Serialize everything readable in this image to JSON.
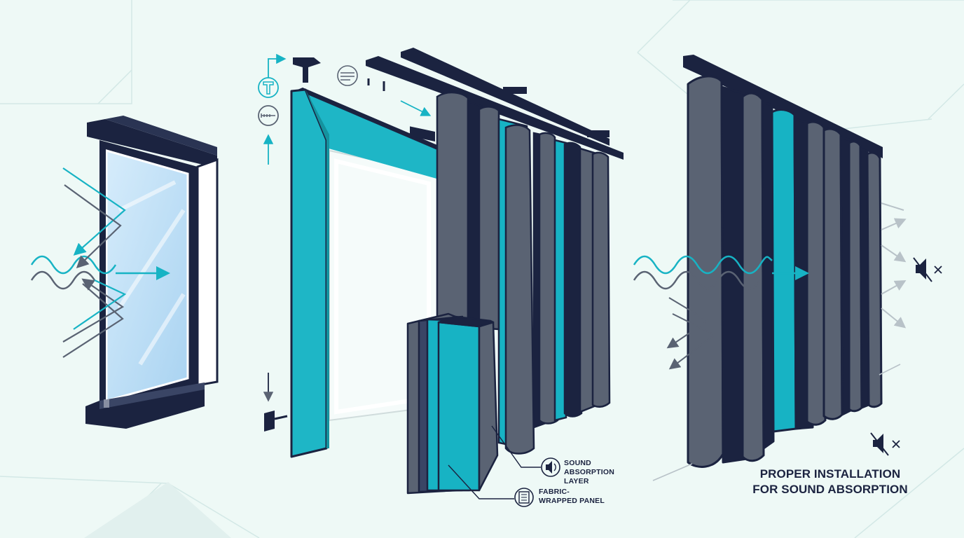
{
  "labels": {
    "sound_absorption_layer": "SOUND ABSORPTION LAYER",
    "fabric_wrapped_panel": "FABRIC-WRAPPED PANEL",
    "caption_line1": "PROPER INSTALLATION",
    "caption_line2": "FOR SOUND ABSORPTION"
  },
  "icons": [
    "bracket-icon",
    "screw-icon",
    "rail-screw-icon",
    "speaker-icon",
    "fabric-panel-icon",
    "muted-speaker-icon"
  ],
  "colors": {
    "navy": "#1b2340",
    "teal": "#17b3c4",
    "slate": "#5a6373",
    "glass": "#bfe0f5",
    "background": "#eef9f6"
  }
}
